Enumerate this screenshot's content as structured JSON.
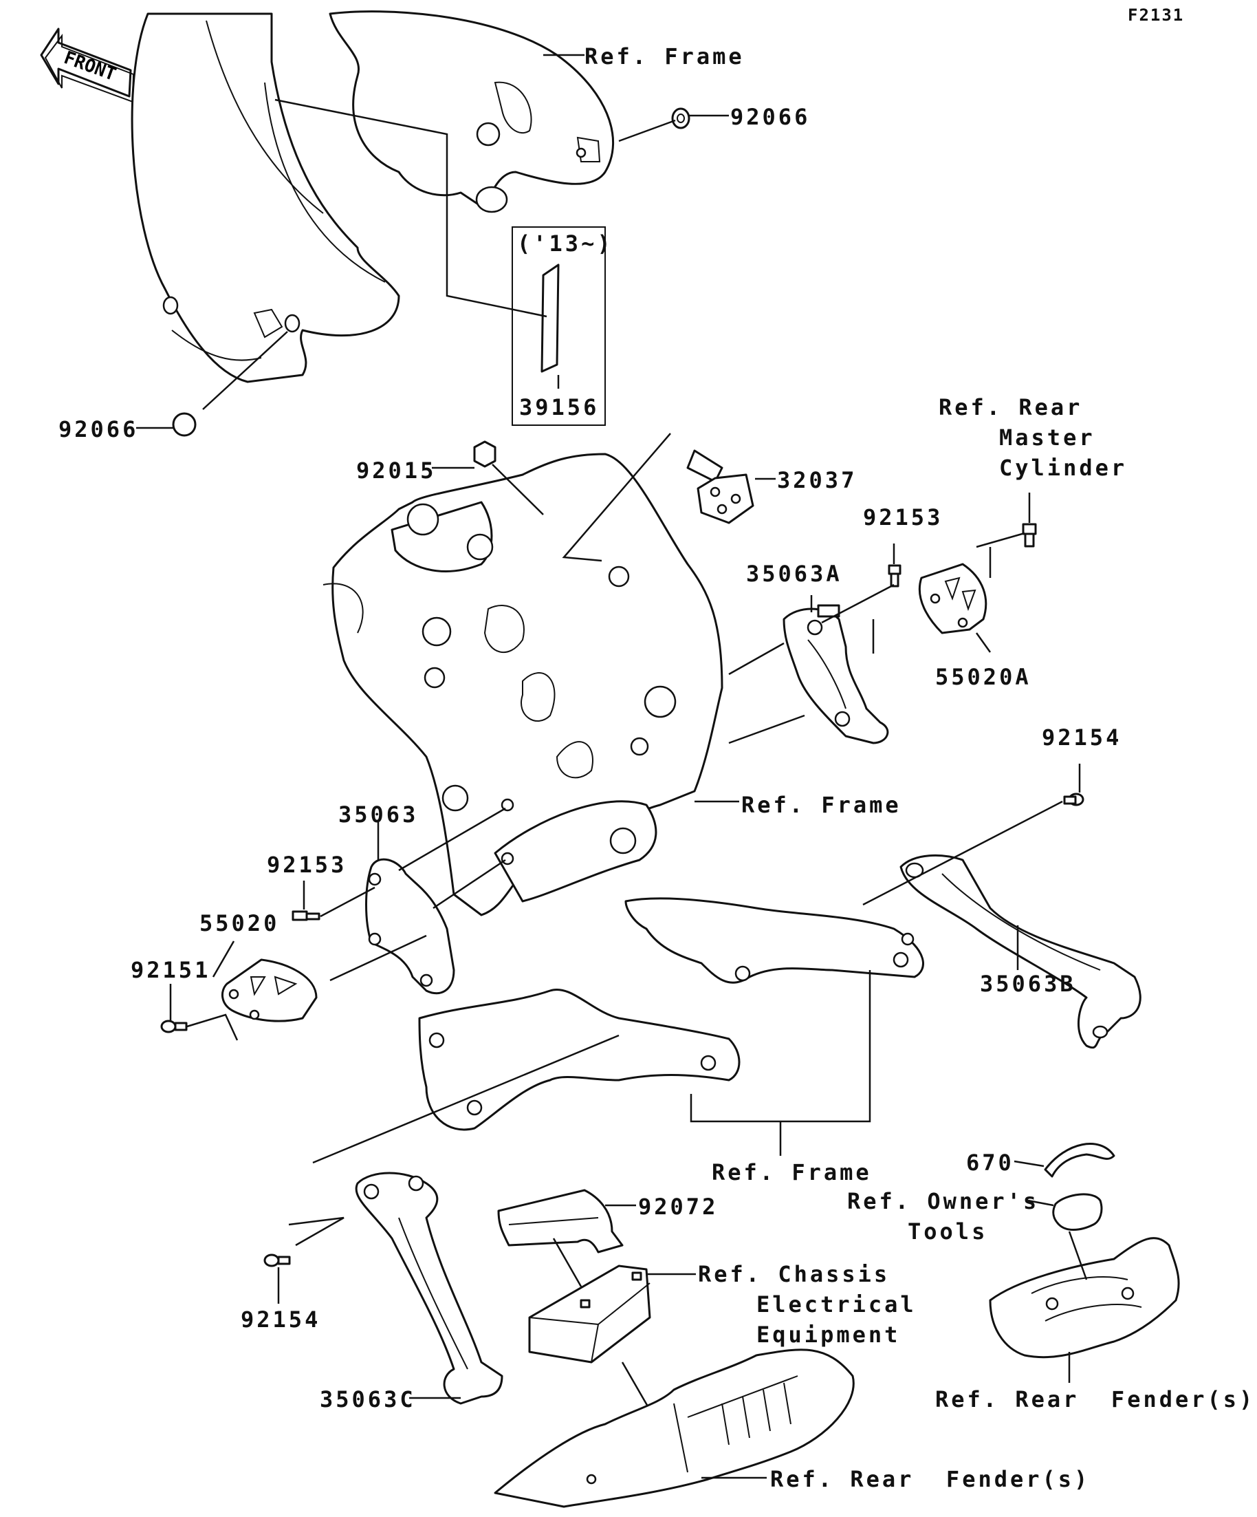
{
  "figure_code": "F2131",
  "front_indicator": "FRONT",
  "callouts": {
    "ref_frame_top": "Ref. Frame",
    "p92066_top": "92066",
    "year_note": "('13~)",
    "p39156": "39156",
    "p92066_left": "92066",
    "ref_rear_master_cyl_1": "Ref. Rear",
    "ref_rear_master_cyl_2": "Master",
    "ref_rear_master_cyl_3": "Cylinder",
    "p92015": "92015",
    "p32037": "32037",
    "p92153_right": "92153",
    "p35063A": "35063A",
    "p55020A": "55020A",
    "p92154_right": "92154",
    "ref_frame_mid": "Ref. Frame",
    "p35063": "35063",
    "p92153_left": "92153",
    "p55020": "55020",
    "p92151": "92151",
    "p35063B": "35063B",
    "ref_frame_lower": "Ref. Frame",
    "p670": "670",
    "ref_owners_tools_1": "Ref. Owner's",
    "ref_owners_tools_2": "Tools",
    "p92072": "92072",
    "ref_chassis_elec_1": "Ref. Chassis",
    "ref_chassis_elec_2": "Electrical",
    "ref_chassis_elec_3": "Equipment",
    "p92154_left": "92154",
    "p35063C": "35063C",
    "ref_rear_fender_right": "Ref. Rear  Fender(s)",
    "ref_rear_fender_bottom": "Ref. Rear  Fender(s)"
  }
}
